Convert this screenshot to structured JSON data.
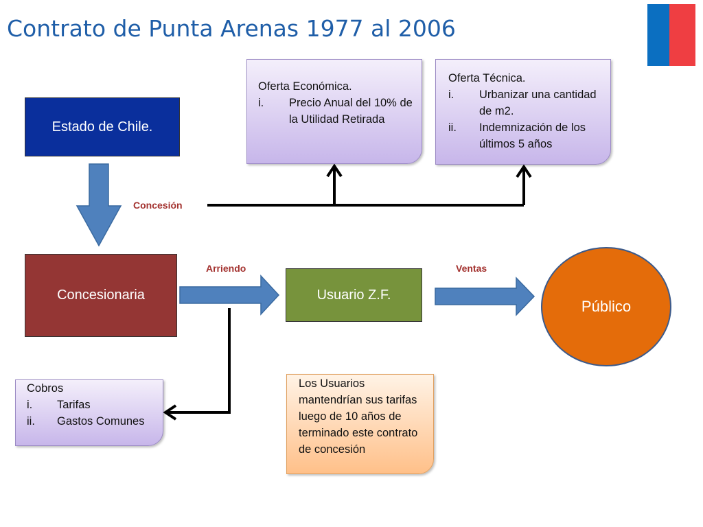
{
  "title": "Contrato de Punta Arenas 1977 al 2006",
  "colors": {
    "title": "#1f5ea8",
    "estado": "#0a2f9c",
    "concesionaria": "#943634",
    "usuario": "#77933c",
    "publico": "#e46c0a",
    "arrow": "#4f81bd",
    "label": "#a3322f"
  },
  "nodes": {
    "estado": "Estado de Chile.",
    "concesionaria": "Concesionaria",
    "usuario": "Usuario Z.F.",
    "publico": "Público"
  },
  "labels": {
    "concesion": "Concesión",
    "arriendo": "Arriendo",
    "ventas": "Ventas"
  },
  "notes": {
    "oferta_economica": {
      "heading": "Oferta Económica.",
      "items": [
        {
          "num": "i.",
          "text": "Precio Anual  del 10% de la Utilidad Retirada"
        }
      ]
    },
    "oferta_tecnica": {
      "heading": "Oferta Técnica.",
      "items": [
        {
          "num": "i.",
          "text": "Urbanizar una cantidad de m2."
        },
        {
          "num": "ii.",
          "text": "Indemnización de los últimos 5 años"
        }
      ]
    },
    "cobros": {
      "heading": "Cobros",
      "items": [
        {
          "num": "i.",
          "text": "Tarifas"
        },
        {
          "num": "ii.",
          "text": "Gastos Comunes"
        }
      ]
    },
    "usuarios": {
      "text": "Los Usuarios mantendrían sus tarifas luego de 10 años de terminado este contrato de concesión"
    }
  }
}
